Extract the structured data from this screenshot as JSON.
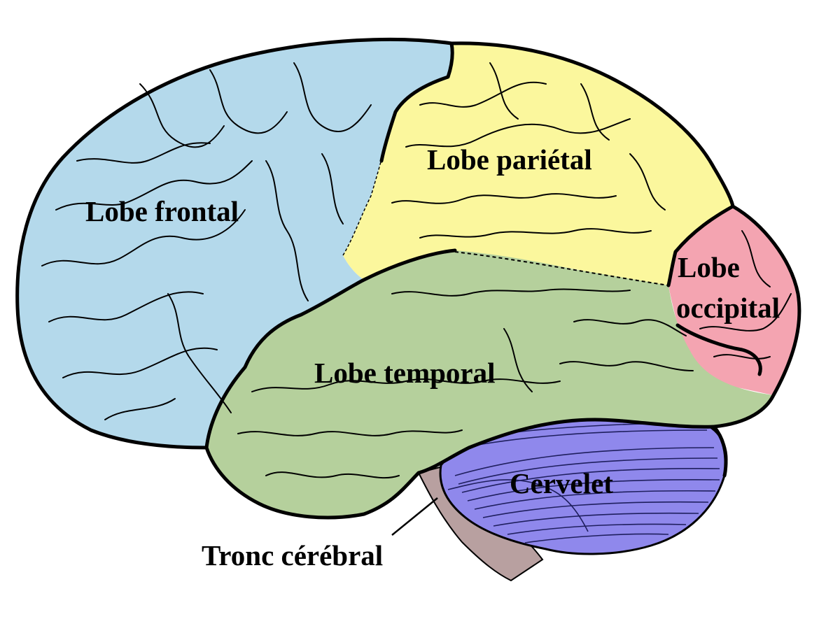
{
  "labels": {
    "frontal": "Lobe frontal",
    "parietal": "Lobe pariétal",
    "occipital_line1": "Lobe",
    "occipital_line2": "occipital",
    "temporal": "Lobe temporal",
    "cerebellum": "Cervelet",
    "brainstem": "Tronc cérébral"
  },
  "colors": {
    "frontal": "#b4d9eb",
    "parietal": "#fbf79d",
    "occipital": "#f4a4b1",
    "temporal": "#b5d09c",
    "cerebellum": "#8f88ec",
    "brainstem": "#b8a0a0"
  }
}
